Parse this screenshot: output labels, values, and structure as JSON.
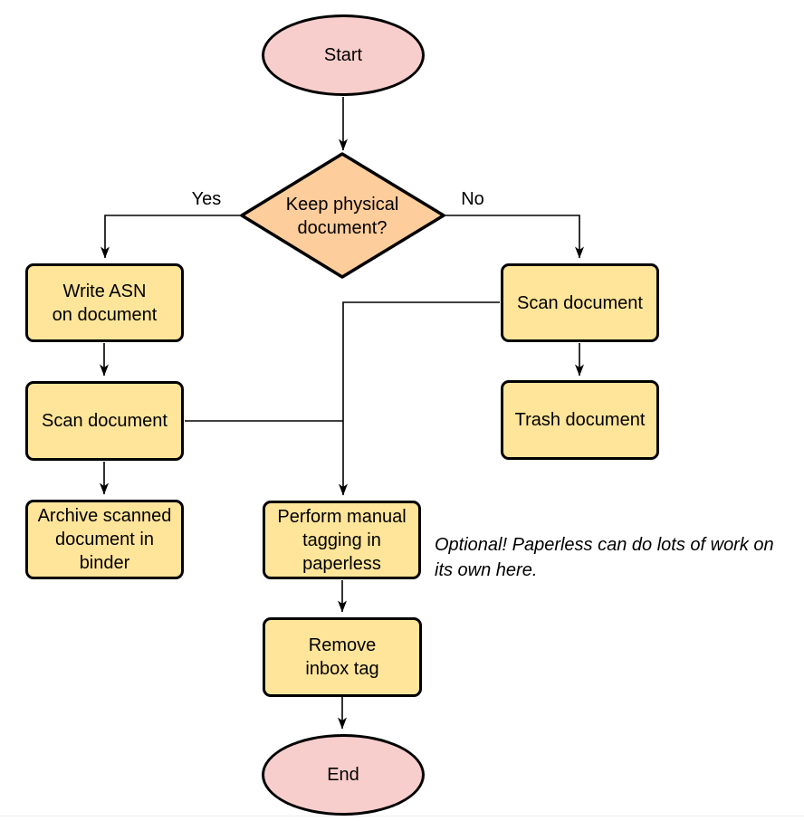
{
  "nodes": {
    "start": "Start",
    "decision": "Keep physical\ndocument?",
    "write_asn": "Write ASN\non document",
    "scan_left": "Scan document",
    "archive": "Archive scanned\ndocument in\nbinder",
    "scan_right": "Scan document",
    "trash": "Trash document",
    "tagging": "Perform manual\ntagging in\npaperless",
    "remove_inbox": "Remove\ninbox tag",
    "end": "End"
  },
  "edge_labels": {
    "yes": "Yes",
    "no": "No"
  },
  "annotation": "Optional! Paperless can do lots of work on\nits own here.",
  "colors": {
    "terminal_fill": "#F8CECC",
    "decision_fill": "#FECD9C",
    "process_fill": "#FFE599",
    "stroke": "#000000",
    "line": "#000000",
    "page_divider": "#ECECEC"
  }
}
